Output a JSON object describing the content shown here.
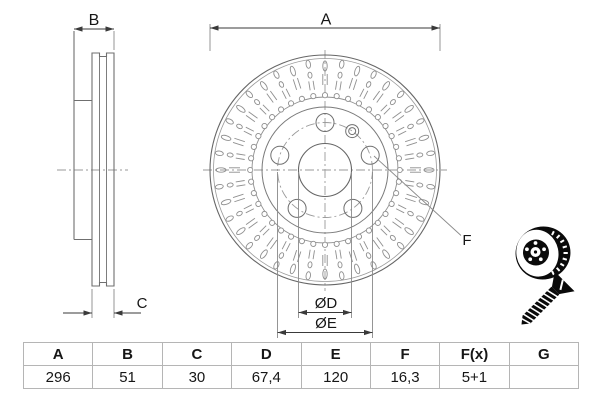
{
  "drawing": {
    "side_view": {
      "dim_b_label": "B",
      "dim_c_label": "C"
    },
    "front_view": {
      "dim_a_label": "A",
      "dim_f_label": "F",
      "dim_d_label": "ØD",
      "dim_e_label": "ØE"
    }
  },
  "icons": {
    "brake_disc": "brake-disc-pictogram",
    "screw": "countersunk-screw-pictogram"
  },
  "table": {
    "headers": [
      "A",
      "B",
      "C",
      "D",
      "E",
      "F",
      "F(x)",
      "G"
    ],
    "values": [
      "296",
      "51",
      "30",
      "67,4",
      "120",
      "16,3",
      "5+1",
      ""
    ]
  },
  "colors": {
    "background": "#ffffff",
    "drawing_line": "#6f6f6f",
    "light_line": "#9a9a9a",
    "dimension_line": "#3a3a3a",
    "text": "#161616",
    "table_border": "#b5b5b5",
    "pictogram": "#0a0a0a"
  }
}
